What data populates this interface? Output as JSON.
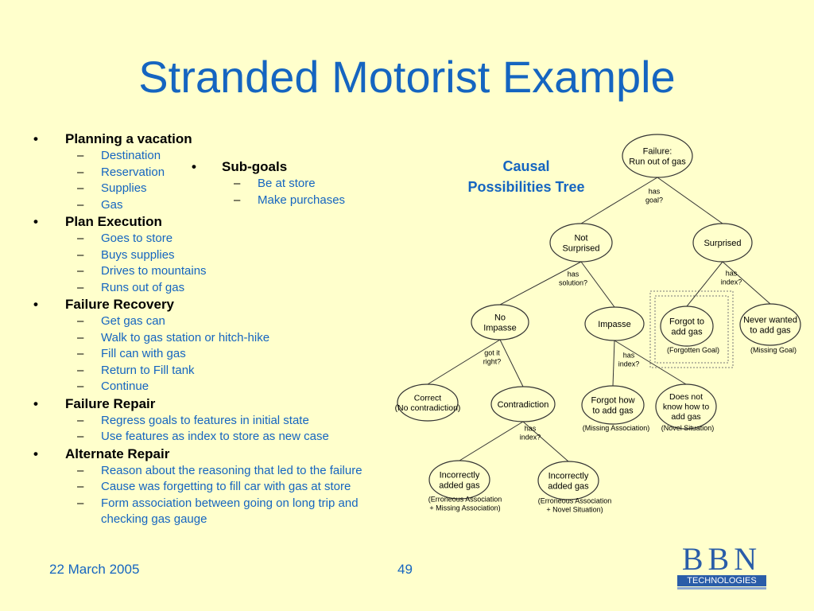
{
  "slide": {
    "title": "Stranded Motorist Example",
    "date": "22 March 2005",
    "page_number": "49"
  },
  "outline": [
    {
      "label": "Planning a vacation",
      "items": [
        "Destination",
        "Reservation",
        "Supplies",
        "Gas"
      ]
    },
    {
      "label": "Plan Execution",
      "items": [
        "Goes to store",
        "Buys supplies",
        "Drives to mountains",
        "Runs out of gas"
      ]
    },
    {
      "label": "Failure Recovery",
      "items": [
        "Get gas can",
        "Walk to gas station or hitch-hike",
        "Fill can with gas",
        "Return to Fill tank",
        "Continue"
      ]
    },
    {
      "label": "Failure Repair",
      "items": [
        "Regress goals to features in initial state",
        "Use features as index to store as new case"
      ]
    },
    {
      "label": "Alternate Repair",
      "items": [
        "Reason about the reasoning that led to the failure",
        "Cause was forgetting to fill car with gas at store",
        "Form association between going on long trip and checking gas gauge"
      ]
    }
  ],
  "subgoals": {
    "label": "Sub-goals",
    "items": [
      "Be at store",
      "Make purchases"
    ]
  },
  "diagram": {
    "title_line1": "Causal",
    "title_line2": "Possibilities Tree",
    "nodes": {
      "failure": [
        "Failure:",
        "Run out of gas"
      ],
      "not_surprised": [
        "Not",
        "Surprised"
      ],
      "surprised": [
        "Surprised"
      ],
      "no_impasse": [
        "No",
        "Impasse"
      ],
      "impasse": [
        "Impasse"
      ],
      "forgot_goal": [
        "Forgot to",
        "add gas"
      ],
      "never_wanted": [
        "Never wanted",
        "to add gas"
      ],
      "correct": [
        "Correct",
        "(No contradiction)"
      ],
      "contradiction": [
        "Contradiction"
      ],
      "forgot_how": [
        "Forgot how",
        "to add gas"
      ],
      "not_know_how": [
        "Does not",
        "know how to",
        "add gas"
      ],
      "incorrect_1": [
        "Incorrectly",
        "added gas"
      ],
      "incorrect_2": [
        "Incorrectly",
        "added gas"
      ]
    },
    "edge_labels": {
      "has_goal": [
        "has",
        "goal?"
      ],
      "has_solution": [
        "has",
        "solution?"
      ],
      "has_index_1": [
        "has",
        "index?"
      ],
      "got_it_right": [
        "got it",
        "right?"
      ],
      "has_index_2": [
        "has",
        "index?"
      ],
      "has_index_3": [
        "has",
        "index?"
      ]
    },
    "annotations": {
      "forgotten_goal": [
        "(Forgotten Goal)"
      ],
      "missing_goal": [
        "(Missing Goal)"
      ],
      "missing_association": [
        "(Missing Association)"
      ],
      "novel_situation": [
        "(Novel Situation)"
      ],
      "erroneous_missing": [
        "(Erroneous Association",
        "+ Missing Association)"
      ],
      "erroneous_novel": [
        "(Erroneous Association",
        "+ Novel Situation)"
      ]
    }
  },
  "logo": {
    "letters": "BBN",
    "subtitle": "TECHNOLOGIES"
  },
  "colors": {
    "background": "#ffffcc",
    "accent": "#1565c0",
    "lines": "#333333"
  }
}
